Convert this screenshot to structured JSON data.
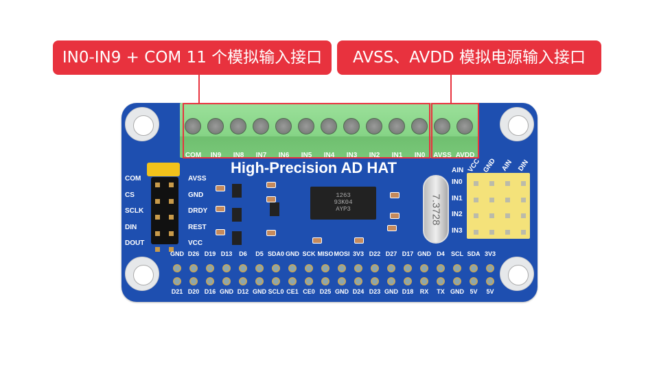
{
  "callouts": [
    {
      "text": "IN0-IN9 + COM 11 个模拟输入接口"
    },
    {
      "text": "AVSS、AVDD 模拟电源输入接口"
    }
  ],
  "colors": {
    "callout": "#e8323e",
    "pcb": "#1e4fb0",
    "terminal": "#8ad88a"
  },
  "board": {
    "title": "High-Precision AD HAT",
    "terminal_labels": [
      "COM",
      "IN9",
      "IN8",
      "IN7",
      "IN6",
      "IN5",
      "IN4",
      "IN3",
      "IN2",
      "IN1",
      "IN0",
      "AVSS",
      "AVDD"
    ],
    "left_header_left": [
      "COM",
      "CS",
      "SCLK",
      "DIN",
      "DOUT"
    ],
    "left_header_right": [
      "AVSS",
      "GND",
      "DRDY",
      "REST",
      "VCC"
    ],
    "right_top_labels": [
      "AIN",
      "VCC",
      "GND",
      "AIN",
      "DIN"
    ],
    "right_row_labels": [
      "IN0",
      "IN1",
      "IN2",
      "IN3"
    ],
    "ic_text": [
      "1263",
      "93K04",
      "AYP3"
    ],
    "crystal_text": "7.3728",
    "gpio_top": [
      "GND",
      "D26",
      "D19",
      "D13",
      "D6",
      "D5",
      "SDA0",
      "GND",
      "SCK",
      "MISO",
      "MOSI",
      "3V3",
      "D22",
      "D27",
      "D17",
      "GND",
      "D4",
      "SCL",
      "SDA",
      "3V3"
    ],
    "gpio_bottom": [
      "D21",
      "D20",
      "D16",
      "GND",
      "D12",
      "GND",
      "SCL0",
      "CE1",
      "CE0",
      "D25",
      "GND",
      "D24",
      "D23",
      "GND",
      "D18",
      "RX",
      "TX",
      "GND",
      "5V",
      "5V"
    ]
  }
}
